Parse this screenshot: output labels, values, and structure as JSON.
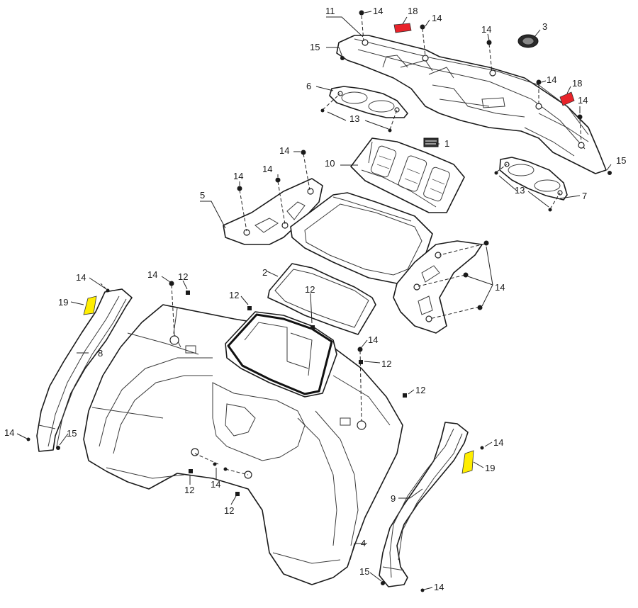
{
  "colors": {
    "sticker_18": "#e8232a",
    "sticker_19": "#ffee00",
    "line": "#1a1a1a"
  },
  "callouts": [
    {
      "id": "c11a",
      "text": "11"
    },
    {
      "id": "c14a",
      "text": "14"
    },
    {
      "id": "c18a",
      "text": "18"
    },
    {
      "id": "c14b",
      "text": "14"
    },
    {
      "id": "c3",
      "text": "3"
    },
    {
      "id": "c15a",
      "text": "15"
    },
    {
      "id": "c14c",
      "text": "14"
    },
    {
      "id": "c6",
      "text": "6"
    },
    {
      "id": "c14d",
      "text": "14"
    },
    {
      "id": "c18b",
      "text": "18"
    },
    {
      "id": "c14e",
      "text": "14"
    },
    {
      "id": "c13a",
      "text": "13"
    },
    {
      "id": "c1",
      "text": "1"
    },
    {
      "id": "c14f",
      "text": "14"
    },
    {
      "id": "c10",
      "text": "10"
    },
    {
      "id": "c15b",
      "text": "15"
    },
    {
      "id": "c14g",
      "text": "14"
    },
    {
      "id": "c14h",
      "text": "14"
    },
    {
      "id": "c13b",
      "text": "13"
    },
    {
      "id": "c7",
      "text": "7"
    },
    {
      "id": "c5",
      "text": "5"
    },
    {
      "id": "c2",
      "text": "2"
    },
    {
      "id": "c14i",
      "text": "14"
    },
    {
      "id": "c14j",
      "text": "14"
    },
    {
      "id": "c12a",
      "text": "12"
    },
    {
      "id": "c19a",
      "text": "19"
    },
    {
      "id": "c12b",
      "text": "12"
    },
    {
      "id": "c12c",
      "text": "12"
    },
    {
      "id": "c14k",
      "text": "14"
    },
    {
      "id": "c8",
      "text": "8"
    },
    {
      "id": "c14l",
      "text": "14"
    },
    {
      "id": "c12d",
      "text": "12"
    },
    {
      "id": "c12e",
      "text": "12"
    },
    {
      "id": "c14m",
      "text": "14"
    },
    {
      "id": "c15c",
      "text": "15"
    },
    {
      "id": "c14n",
      "text": "14"
    },
    {
      "id": "c19b",
      "text": "19"
    },
    {
      "id": "c12f",
      "text": "12"
    },
    {
      "id": "c14o",
      "text": "14"
    },
    {
      "id": "c12g",
      "text": "12"
    },
    {
      "id": "c9",
      "text": "9"
    },
    {
      "id": "c4",
      "text": "4"
    },
    {
      "id": "c15d",
      "text": "15"
    },
    {
      "id": "c14p",
      "text": "14"
    }
  ]
}
